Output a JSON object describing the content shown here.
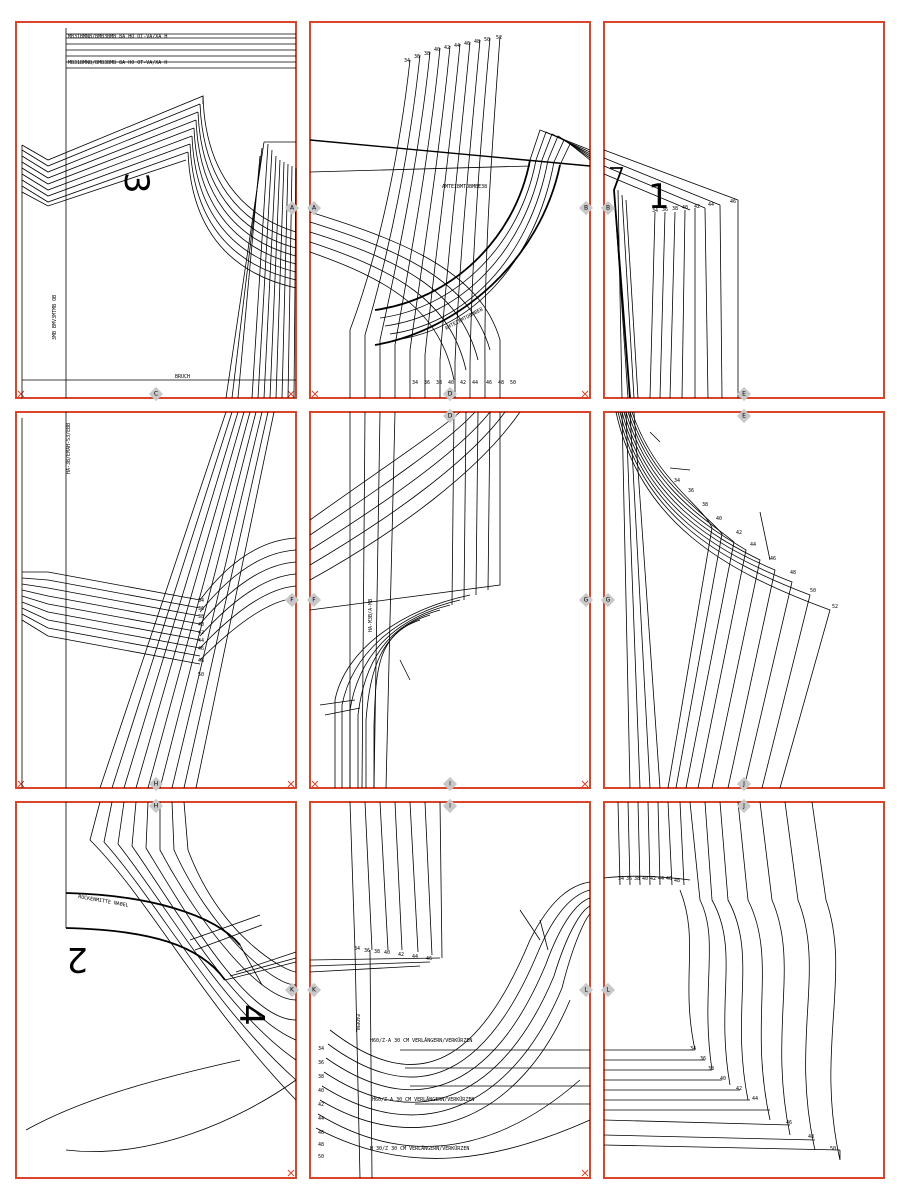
{
  "colors": {
    "frame": "#d9442b",
    "line": "#000000",
    "marker": "#c8c8c8"
  },
  "piece_numbers": [
    "3",
    "1",
    "2",
    "4"
  ],
  "corner_marks": [
    "A",
    "B",
    "C",
    "D",
    "E",
    "F",
    "G",
    "H",
    "I",
    "J",
    "K",
    "L"
  ],
  "sizes": [
    "34",
    "36",
    "38",
    "40",
    "42",
    "44",
    "46",
    "48",
    "50",
    "52"
  ],
  "labels": {
    "front_note_1": "H60/Z-A 30 CM VERLÄNGERN/VERKÜRZEN",
    "front_note_2": "H60/Z-A 30 CM VERLÄNGERN/VERKÜRZEN",
    "front_note_3": "H 30/Z 30 CM VERLÄNGERN/VERKÜRZEN",
    "top_note_1": "MB31BMNB/BMB3BMB 8A HO OT-VA/XA H",
    "top_note_2": "MB31BMNB/BMB3BMB 8A HO OT-VA/XA H",
    "vertical_note_1": "3MB BMV3MTMB OB",
    "vertical_note_2": "HA-3B/EMAH-S3/EBB",
    "vertical_note_3": "HA-M3B/A-MB",
    "bruch": "BRUCH",
    "fadenlauf": "FADENL",
    "sleeve_note": "AMTEIBMTOBMBE38",
    "arm_note": "AMTEIBMTOBMBE8",
    "back_note": "RÜCKENMITTE NABEL"
  }
}
